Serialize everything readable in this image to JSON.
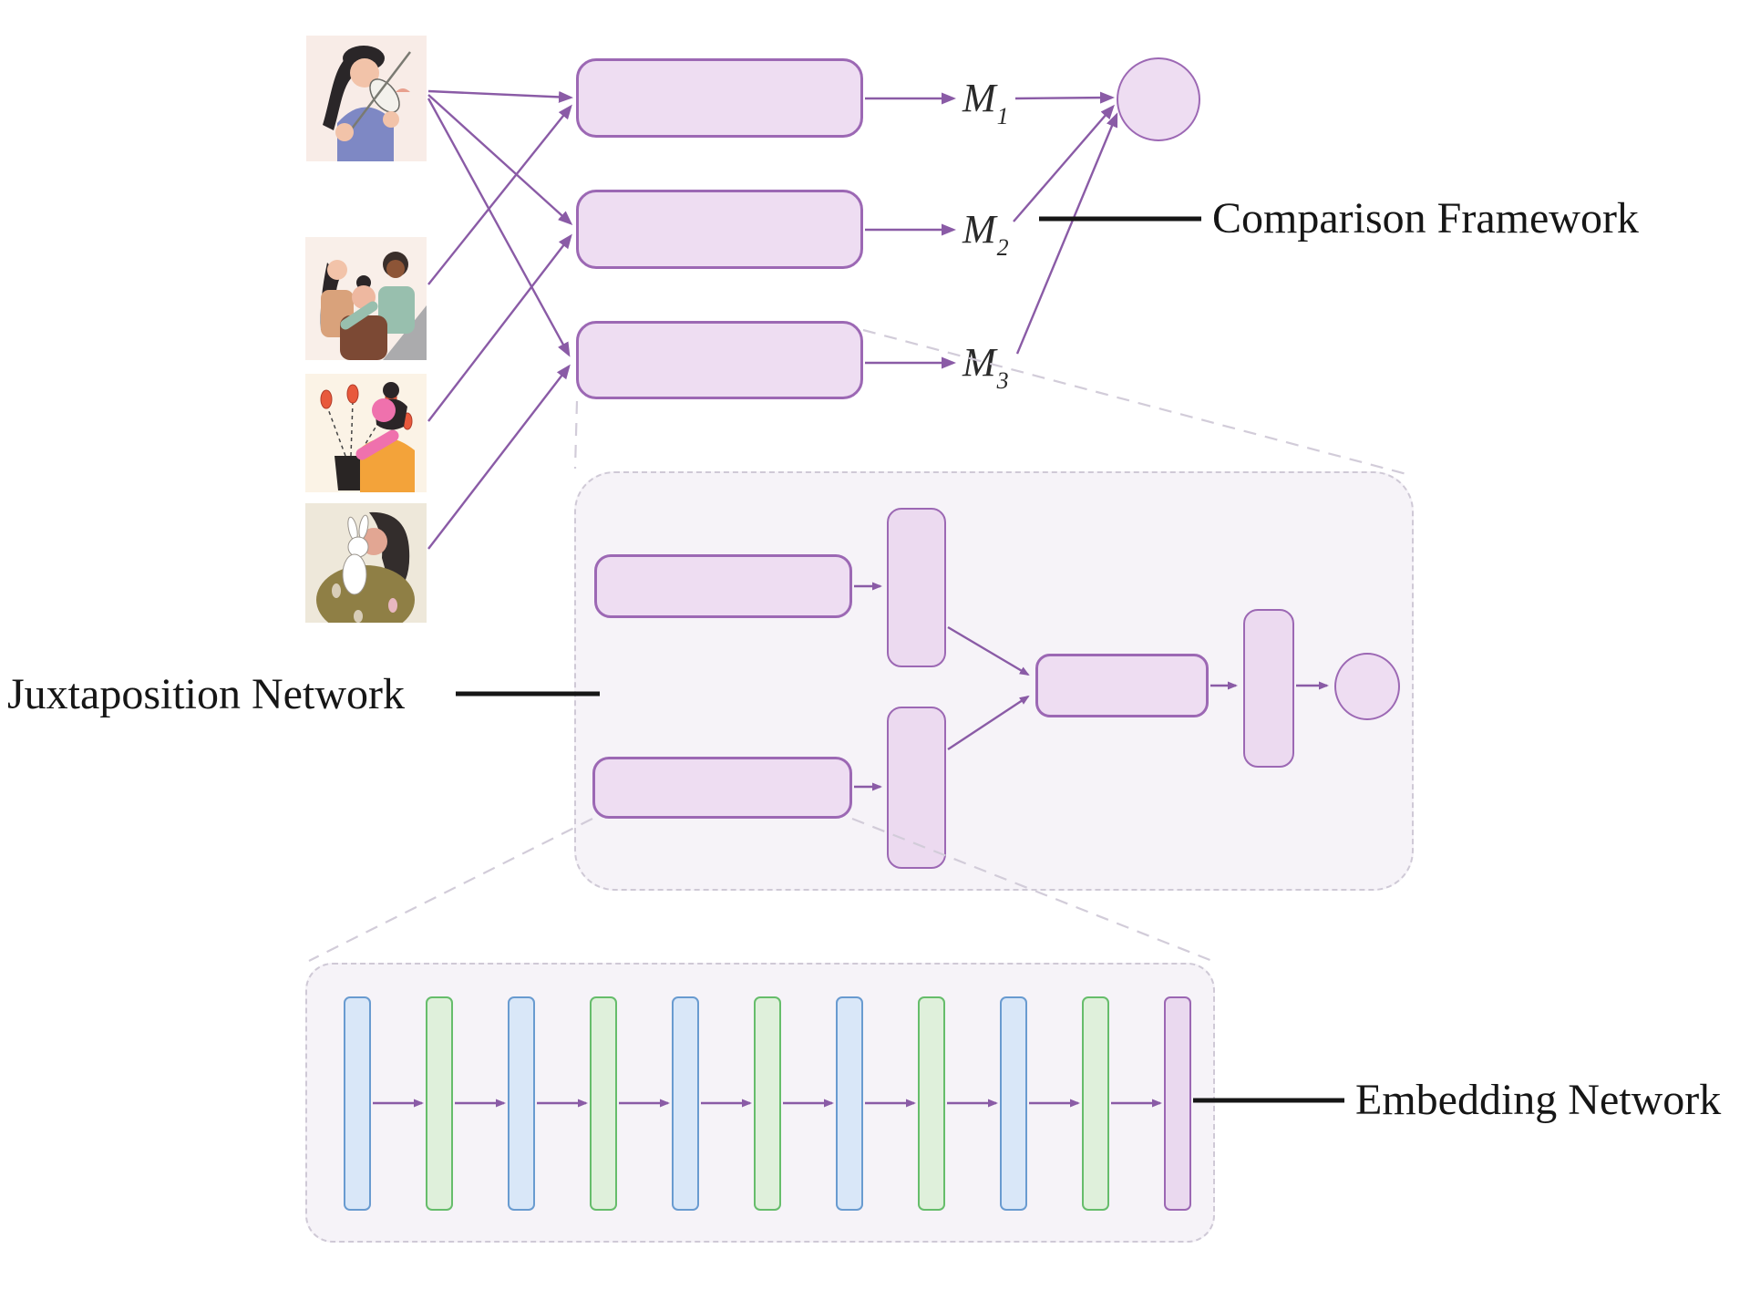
{
  "figure": {
    "type": "neural-network-architecture-diagram",
    "labels": {
      "comparison_framework": "Comparison Framework",
      "juxtaposition_network": "Juxtaposition Network",
      "embedding_network": "Embedding Network"
    },
    "metric_labels": [
      {
        "base": "M",
        "sub": "1"
      },
      {
        "base": "M",
        "sub": "2"
      },
      {
        "base": "M",
        "sub": "3"
      }
    ],
    "input_images": [
      {
        "desc": "woman playing violin"
      },
      {
        "desc": "three women posing together"
      },
      {
        "desc": "woman holding potted flowers"
      },
      {
        "desc": "woman kissing a white rabbit"
      }
    ],
    "embedding_network": {
      "bars": [
        "blue",
        "green",
        "blue",
        "green",
        "blue",
        "green",
        "blue",
        "green",
        "blue",
        "green",
        "purple"
      ]
    },
    "colors": {
      "box_fill": "#eeddf2",
      "box_border": "#9c68b4",
      "arrow_purple": "#8a5ba6",
      "panel_fill": "#f6f3f8",
      "panel_dashed_border": "#cfc9d6",
      "connector_dashed": "#d2ccd9",
      "bar_blue_fill": "#d9e7f8",
      "bar_blue_border": "#699bd0",
      "bar_green_fill": "#dff0db",
      "bar_green_border": "#66bd6b",
      "bar_purple_fill": "#ead9ef",
      "bar_purple_border": "#9b67b3",
      "label_black": "#161616"
    }
  }
}
